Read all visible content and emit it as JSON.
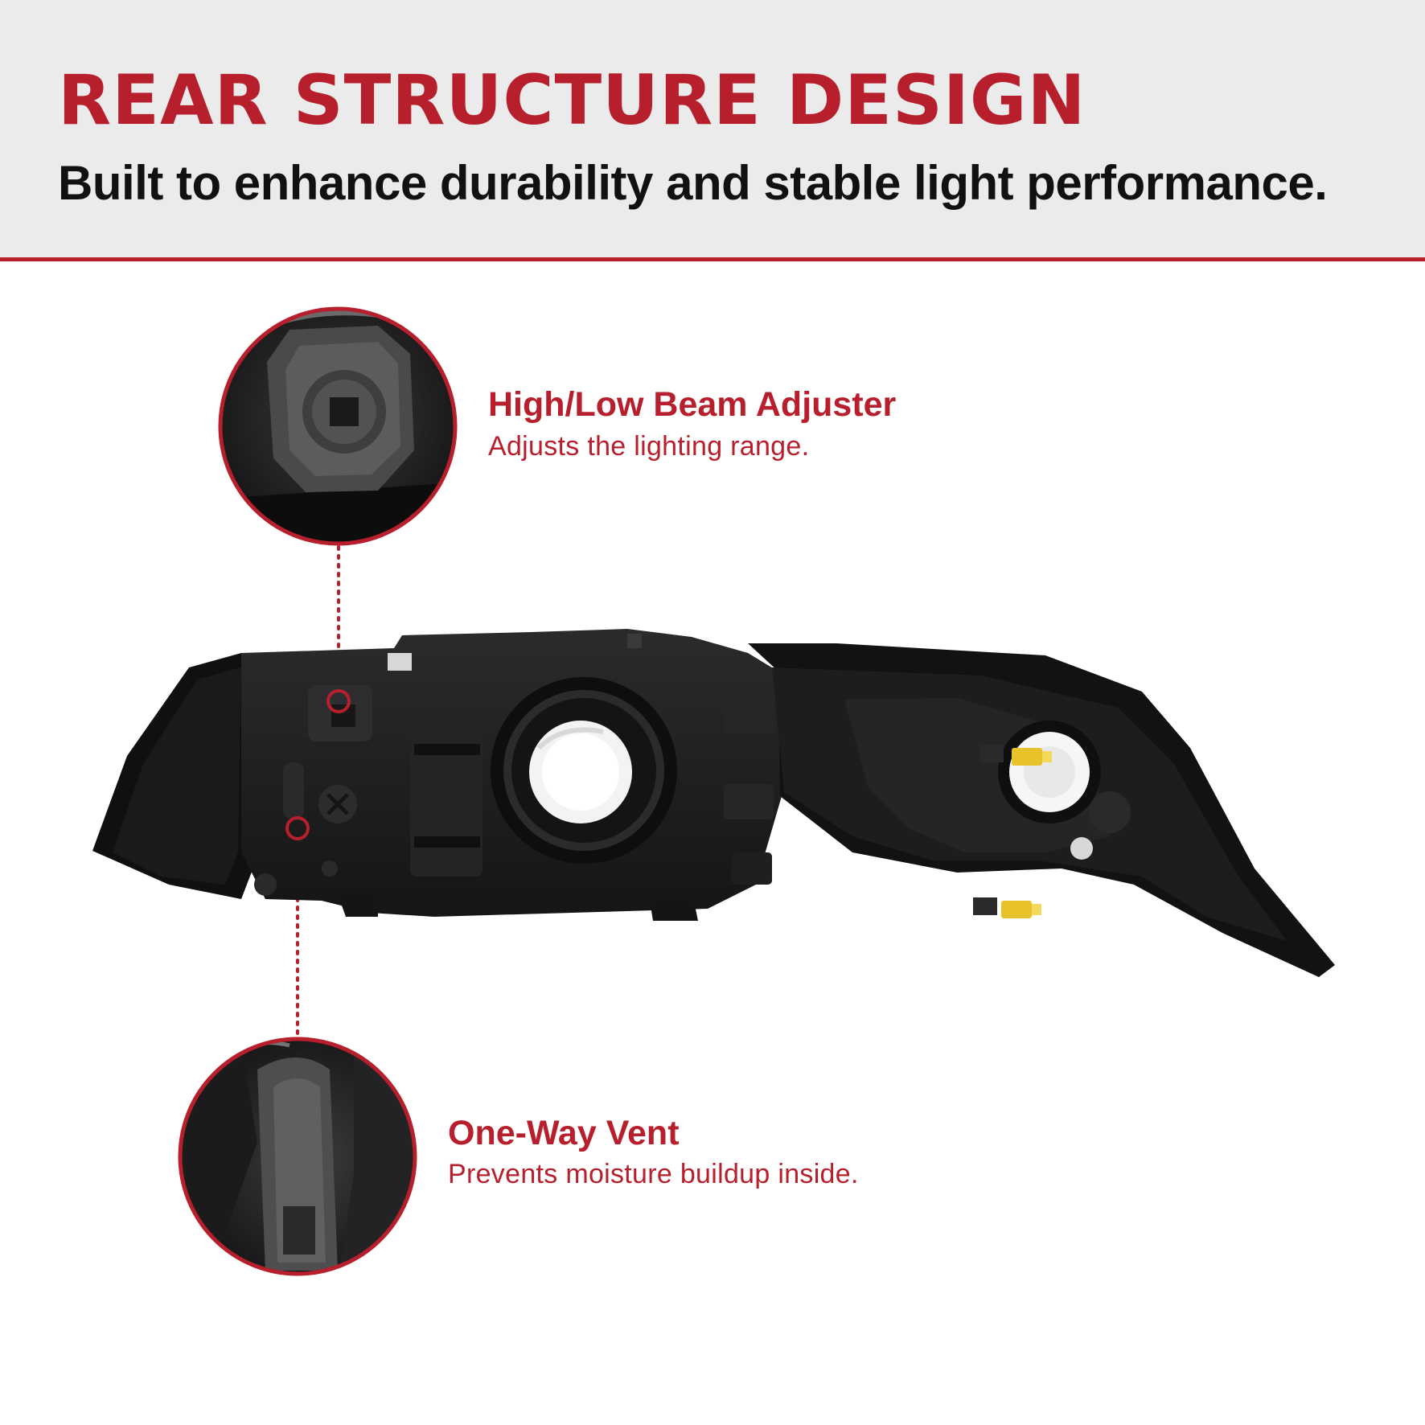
{
  "header": {
    "title": "REAR STRUCTURE DESIGN",
    "subtitle": "Built to enhance durability and stable light performance."
  },
  "callouts": [
    {
      "title": "High/Low Beam Adjuster",
      "description": "Adjusts the lighting range.",
      "icon": "beam-adjuster-zoom"
    },
    {
      "title": "One-Way Vent",
      "description": "Prevents moisture buildup inside.",
      "icon": "vent-zoom"
    }
  ],
  "colors": {
    "accent": "#b71f2c",
    "header_bg": "#ebebec",
    "text_dark": "#111111",
    "housing": "#1c1c1e",
    "connector": "#e8c22a"
  }
}
